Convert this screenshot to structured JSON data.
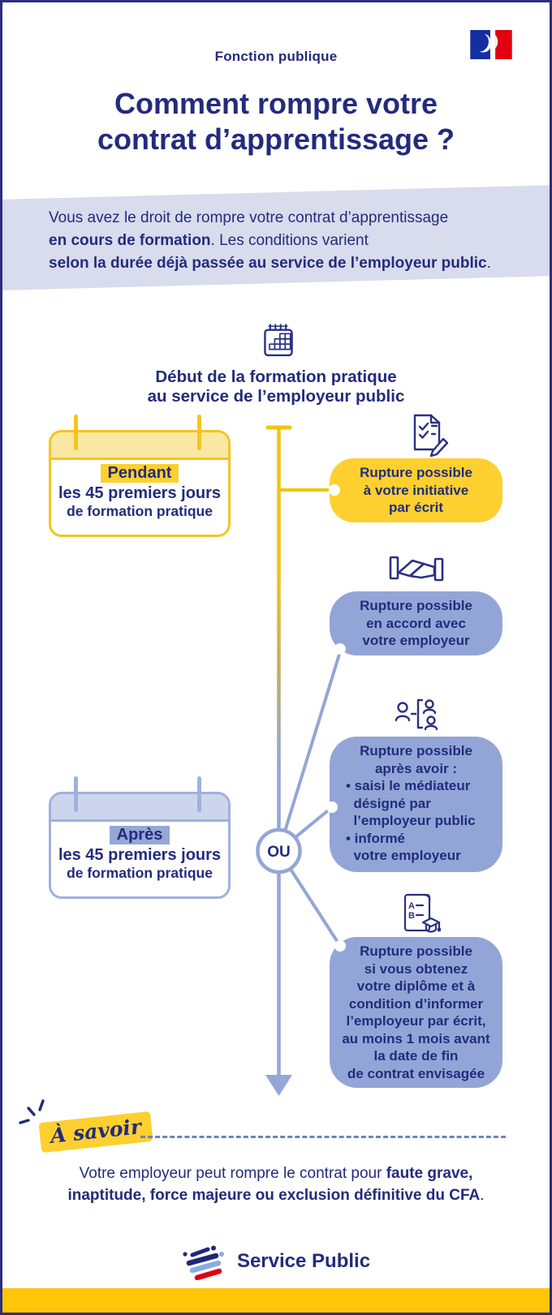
{
  "colors": {
    "navy": "#232B7D",
    "bubble_yellow": "#FDD02F",
    "line_gold": "#F1C511",
    "pale_yellow": "#FAE8A2",
    "periwinkle": "#93A5D6",
    "pale_periwinkle": "#CBD6EC",
    "intro_band_blue": "#D8DCEC",
    "flag_blue": "#142FA2",
    "flag_red": "#E1000F",
    "footer_bar_yellow": "#FFC609",
    "logo_light_blue": "#85AEDF"
  },
  "header": {
    "logo_icon": "french-government-flag-icon",
    "eyebrow": "Fonction publique",
    "title": "Comment rompre votre\ncontrat d’apprentissage ?"
  },
  "intro": {
    "line1": "Vous avez le droit de rompre votre contrat d’apprentissage",
    "line2_bold": "en cours de formation",
    "line2_rest": ". Les conditions varient",
    "line3_bold": "selon la durée déjà passée au service de l’employeur public",
    "line3_rest": "."
  },
  "timeline": {
    "start_icon": "calendar-icon",
    "start_label": "Début de la formation pratique\nau service de l’employeur public",
    "ou_label": "OU"
  },
  "cards": {
    "pendant": {
      "highlight": "Pendant",
      "line1": "les 45 premiers jours",
      "line2": "de formation pratique"
    },
    "apres": {
      "highlight": "Après",
      "line1": "les 45 premiers jours",
      "line2": "de formation pratique"
    }
  },
  "bubbles": {
    "initiative": {
      "icon": "document-check-pencil-icon",
      "text": "Rupture possible\nà votre initiative\npar écrit"
    },
    "accord": {
      "icon": "handshake-icon",
      "text": "Rupture possible\nen accord avec\nvotre employeur"
    },
    "mediateur": {
      "icon": "mediator-people-icon",
      "head": "Rupture possible\naprès avoir :",
      "bullets": "• saisi le médiateur\n  désigné par\n  l’employeur public\n• informé\n  votre employeur"
    },
    "diplome": {
      "icon": "graduation-document-icon",
      "text": "Rupture possible\nsi vous obtenez\nvotre diplôme et à\ncondition d’informer\nl’employeur par écrit,\nau moins 1 mois avant\nla date de fin\nde contrat envisagée"
    }
  },
  "a_savoir": {
    "tag": "À savoir",
    "text_regular": "Votre employeur peut rompre le contrat pour ",
    "text_bold1": "faute grave,",
    "text_bold2": "inaptitude, force majeure ou exclusion définitive du CFA",
    "text_end": "."
  },
  "footer": {
    "logo_icon": "service-public-logo-icon",
    "logo_label": "Service Public"
  }
}
